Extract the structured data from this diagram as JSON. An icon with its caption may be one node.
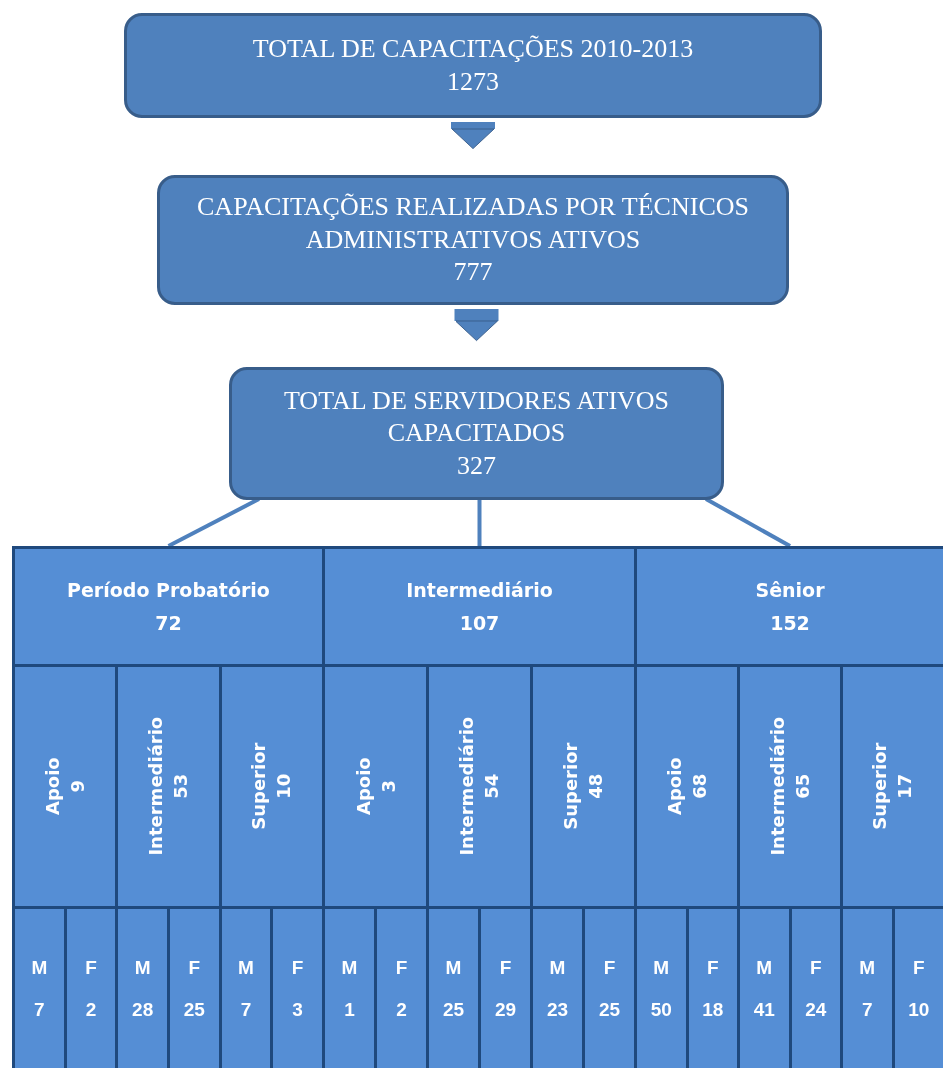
{
  "diagram": {
    "nodes": [
      {
        "text": [
          "TOTAL DE CAPACITAÇÕES 2010-2013",
          "1273"
        ]
      },
      {
        "text": [
          "CAPACITAÇÕES REALIZADAS POR TÉCNICOS ADMINISTRATIVOS ATIVOS",
          "777"
        ]
      },
      {
        "text": [
          "TOTAL DE SERVIDORES ATIVOS CAPACITADOS",
          "327"
        ]
      },
      {
        "text": [
          "Período Probatório",
          "72"
        ]
      },
      {
        "text": [
          "Intermediário",
          "107"
        ]
      },
      {
        "text": [
          "Sênior",
          "152"
        ]
      },
      {
        "text": [
          "Apoio",
          "9"
        ]
      },
      {
        "text": [
          "Intermediário",
          "53"
        ]
      },
      {
        "text": [
          "Superior",
          "10"
        ]
      },
      {
        "text": [
          "Apoio",
          "3"
        ]
      },
      {
        "text": [
          "Intermediário",
          "54"
        ]
      },
      {
        "text": [
          "Superior",
          "48"
        ]
      },
      {
        "text": [
          "Apoio",
          "68"
        ]
      },
      {
        "text": [
          "Intermediário",
          "65"
        ]
      },
      {
        "text": [
          "Superior",
          "17"
        ]
      },
      {
        "text": [
          "M",
          "7"
        ]
      },
      {
        "text": [
          "F",
          "2"
        ]
      },
      {
        "text": [
          "M",
          "28"
        ]
      },
      {
        "text": [
          "F",
          "25"
        ]
      },
      {
        "text": [
          "M",
          "7"
        ]
      },
      {
        "text": [
          "F",
          "3"
        ]
      },
      {
        "text": [
          "M",
          "1"
        ]
      },
      {
        "text": [
          "F",
          "2"
        ]
      },
      {
        "text": [
          "M",
          "25"
        ]
      },
      {
        "text": [
          "F",
          "29"
        ]
      },
      {
        "text": [
          "M",
          "23"
        ]
      },
      {
        "text": [
          "F",
          "25"
        ]
      },
      {
        "text": [
          "M",
          "50"
        ]
      },
      {
        "text": [
          "F",
          "18"
        ]
      },
      {
        "text": [
          "M",
          "41"
        ]
      },
      {
        "text": [
          "F",
          "24"
        ]
      },
      {
        "text": [
          "M",
          "7"
        ]
      },
      {
        "text": [
          "F",
          "10"
        ]
      }
    ],
    "edges": [
      {
        "from": 0,
        "to": 1,
        "arrow": "to",
        "style": "thick"
      },
      {
        "from": 1,
        "to": 2,
        "arrow": "to",
        "style": "thick"
      },
      {
        "from": 2,
        "to": 3,
        "arrow": "none"
      },
      {
        "from": 2,
        "to": 4,
        "arrow": "none"
      },
      {
        "from": 2,
        "to": 5,
        "arrow": "none"
      }
    ]
  }
}
